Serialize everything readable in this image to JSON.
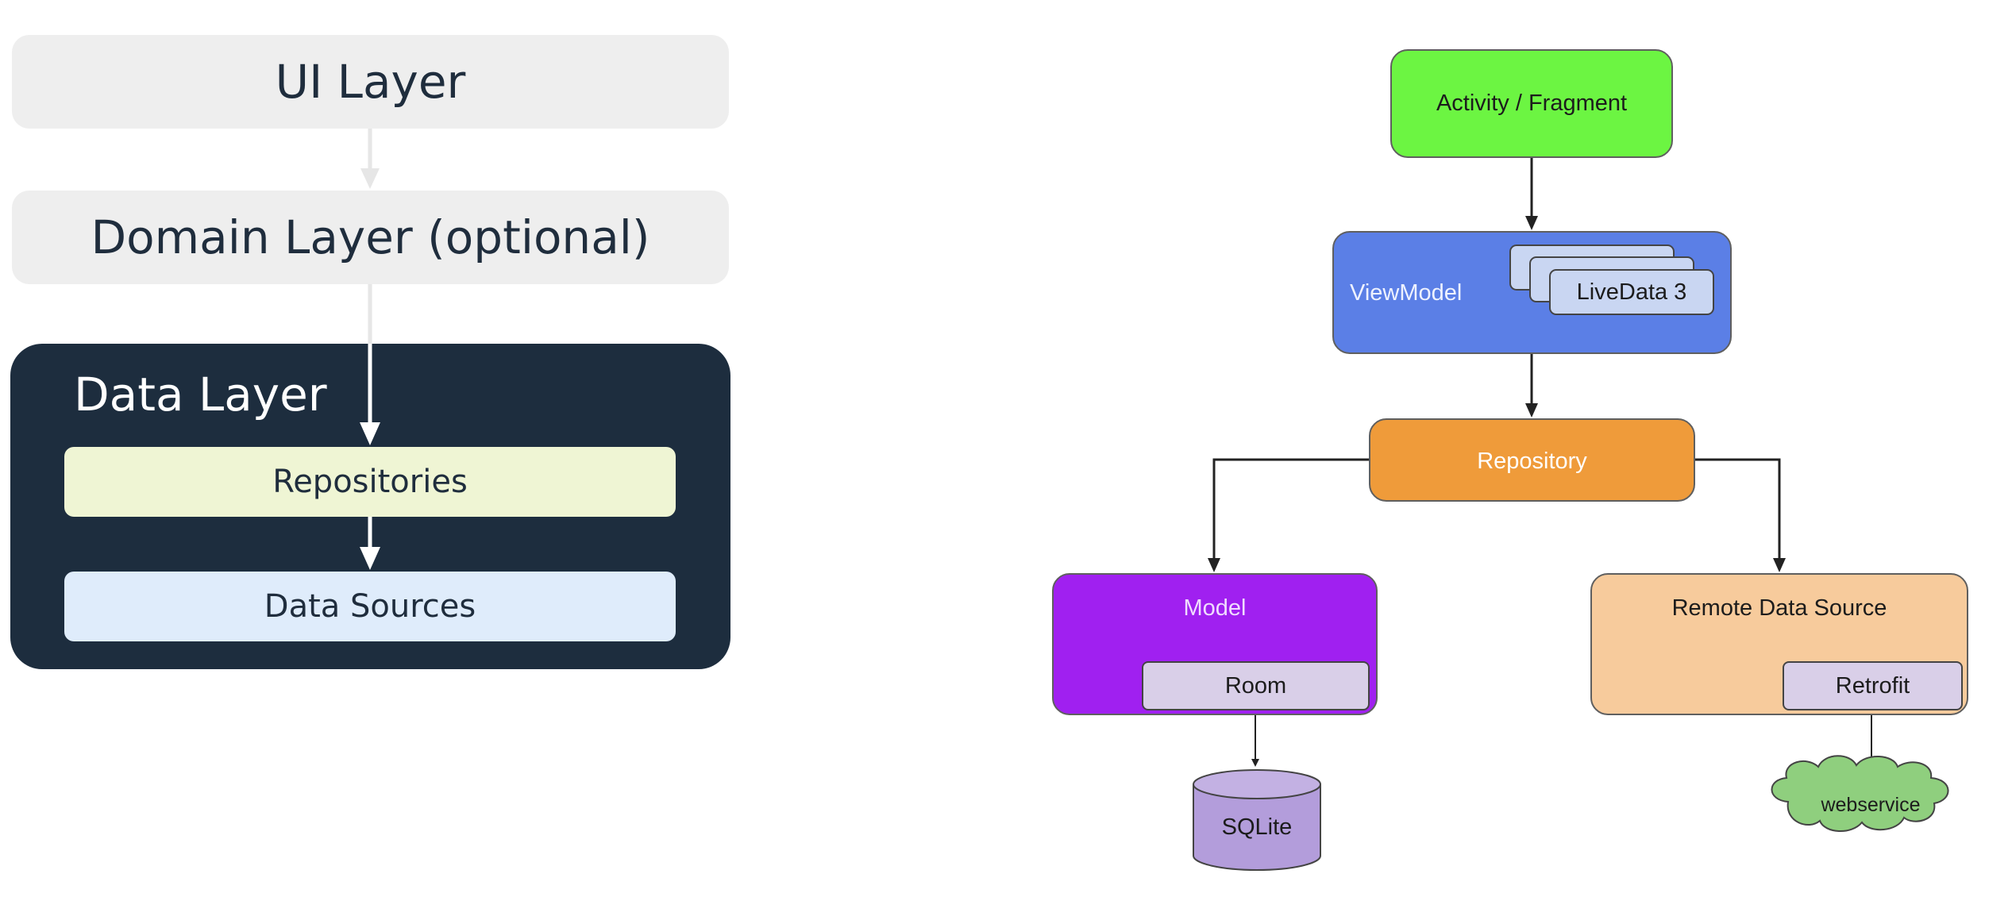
{
  "left_diagram": {
    "ui_layer": "UI Layer",
    "domain_layer": "Domain Layer (optional)",
    "data_layer": {
      "title": "Data Layer",
      "repositories": "Repositories",
      "data_sources": "Data Sources"
    }
  },
  "right_diagram": {
    "activity": "Activity / Fragment",
    "viewmodel": "ViewModel",
    "livedata": "LiveData 3",
    "repository": "Repository",
    "model": "Model",
    "room": "Room",
    "sqlite": "SQLite",
    "remote": "Remote Data Source",
    "retrofit": "Retrofit",
    "webservice": "webservice"
  },
  "colors": {
    "layer_bg": "#eeeeee",
    "data_layer_bg": "#1d2d3e",
    "repositories_bg": "#eff5d4",
    "data_sources_bg": "#dfecfb",
    "activity_bg": "#6cf542",
    "viewmodel_bg": "#5b7fe6",
    "repository_bg": "#ef9b3a",
    "model_bg": "#a020f0",
    "remote_bg": "#f7cb9c",
    "sqlite_bg": "#b39ddb",
    "webservice_bg": "#8fcf7e"
  }
}
